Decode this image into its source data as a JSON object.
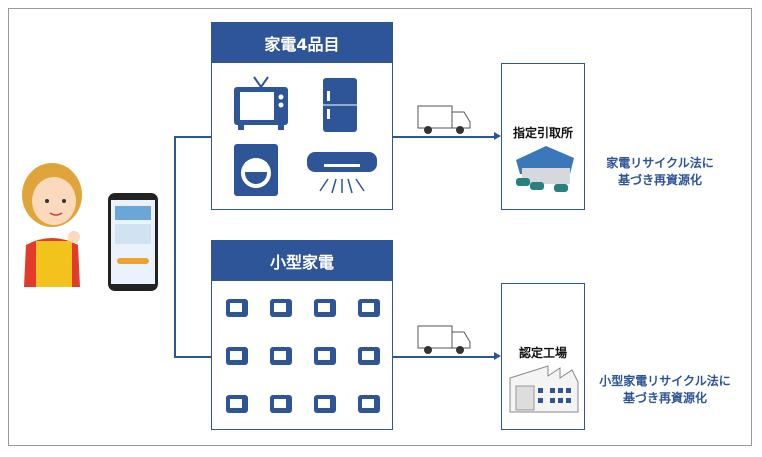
{
  "categories": [
    {
      "title": "家電4品目",
      "items": [
        "tv-icon",
        "refrigerator-icon",
        "washing-machine-icon",
        "air-conditioner-icon"
      ]
    },
    {
      "title": "小型家電",
      "items": [
        "microwave-icon",
        "vacuum-icon",
        "printer-icon",
        "laptop-icon",
        "camera-icon",
        "iron-icon",
        "hair-dryer-icon",
        "radio-icon",
        "telephone-icon",
        "music-player-icon",
        "hair-iron-icon",
        "shaver-icon"
      ]
    }
  ],
  "destinations": [
    {
      "label": "指定引取所",
      "note_line1": "家電リサイクル法に",
      "note_line2": "基づき再資源化"
    },
    {
      "label": "認定工場",
      "note_line1": "小型家電リサイクル法に",
      "note_line2": "基づき再資源化"
    }
  ],
  "colors": {
    "primary": "#2e5597",
    "frame": "#9a9a9a"
  }
}
